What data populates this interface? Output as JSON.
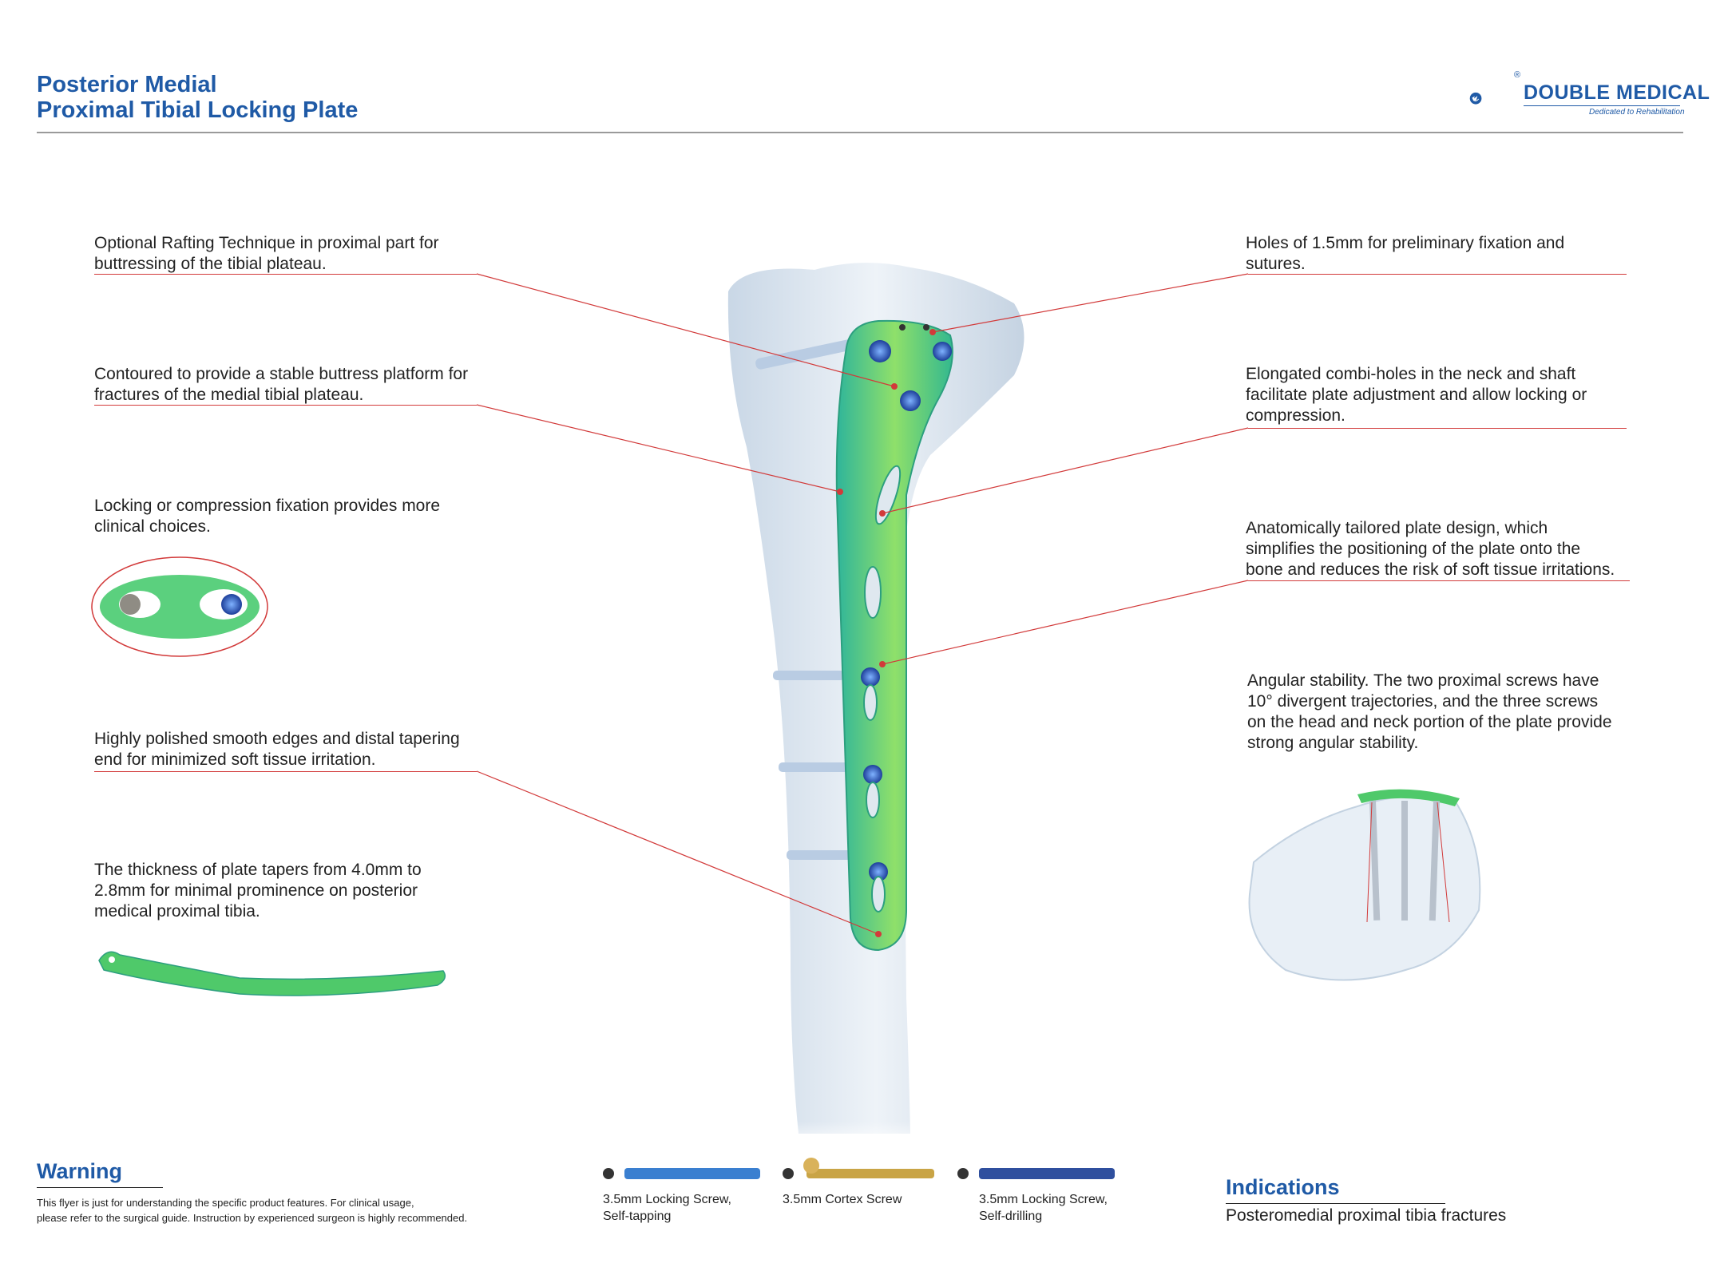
{
  "header": {
    "title_line1": "Posterior Medial",
    "title_line2": "Proximal Tibial Locking Plate",
    "brand_name": "DOUBLE MEDICAL",
    "brand_tagline": "Dedicated to Rehabilitation",
    "registered_mark": "®"
  },
  "features_left": [
    {
      "line1": "Optional Rafting Technique in proximal part for",
      "line2": "buttressing of the tibial plateau."
    },
    {
      "line1": "Contoured to provide a stable buttress platform for",
      "line2": "fractures of the medial tibial plateau."
    },
    {
      "line1": "Locking or compression fixation provides more",
      "line2": "clinical choices."
    },
    {
      "line1": "Highly polished smooth edges and distal tapering",
      "line2": "end for minimized soft tissue irritation."
    },
    {
      "line1": "The thickness of plate tapers from 4.0mm to",
      "line2": "2.8mm for minimal prominence on posterior",
      "line3": "medical proximal tibia."
    }
  ],
  "features_right": [
    {
      "line1": "Holes of 1.5mm for preliminary fixation and",
      "line2": "sutures."
    },
    {
      "line1": "Elongated combi-holes in the neck and shaft",
      "line2": "facilitate plate adjustment and allow locking or",
      "line3": "compression."
    },
    {
      "line1": "Anatomically tailored plate design, which",
      "line2": "simplifies the positioning of the plate onto the",
      "line3": "bone and reduces the risk of soft tissue irritations."
    },
    {
      "line1": "Angular stability. The two proximal screws have",
      "line2": "10° divergent trajectories, and the three screws",
      "line3": "on the head and neck portion of the plate provide",
      "line4": "strong angular stability."
    }
  ],
  "warning": {
    "heading": "Warning",
    "line1": "This flyer is just for understanding the specific product features. For clinical usage,",
    "line2": "please refer to the surgical guide. Instruction by experienced surgeon is highly recommended."
  },
  "screws": [
    {
      "line1": "3.5mm Locking Screw,",
      "line2": "Self-tapping",
      "color": "#3a7fd0"
    },
    {
      "line1": "3.5mm Cortex Screw",
      "line2": "",
      "color": "#c9a445"
    },
    {
      "line1": "3.5mm Locking Screw,",
      "line2": "Self-drilling",
      "color": "#2f4f9e"
    }
  ],
  "indications": {
    "heading": "Indications",
    "text": "Posteromedial proximal tibia fractures"
  },
  "colors": {
    "brand_blue": "#1f5aa6",
    "callout_red": "#d23a3a",
    "plate_green": "#4fc96a",
    "bone": "#dbe6f0"
  }
}
